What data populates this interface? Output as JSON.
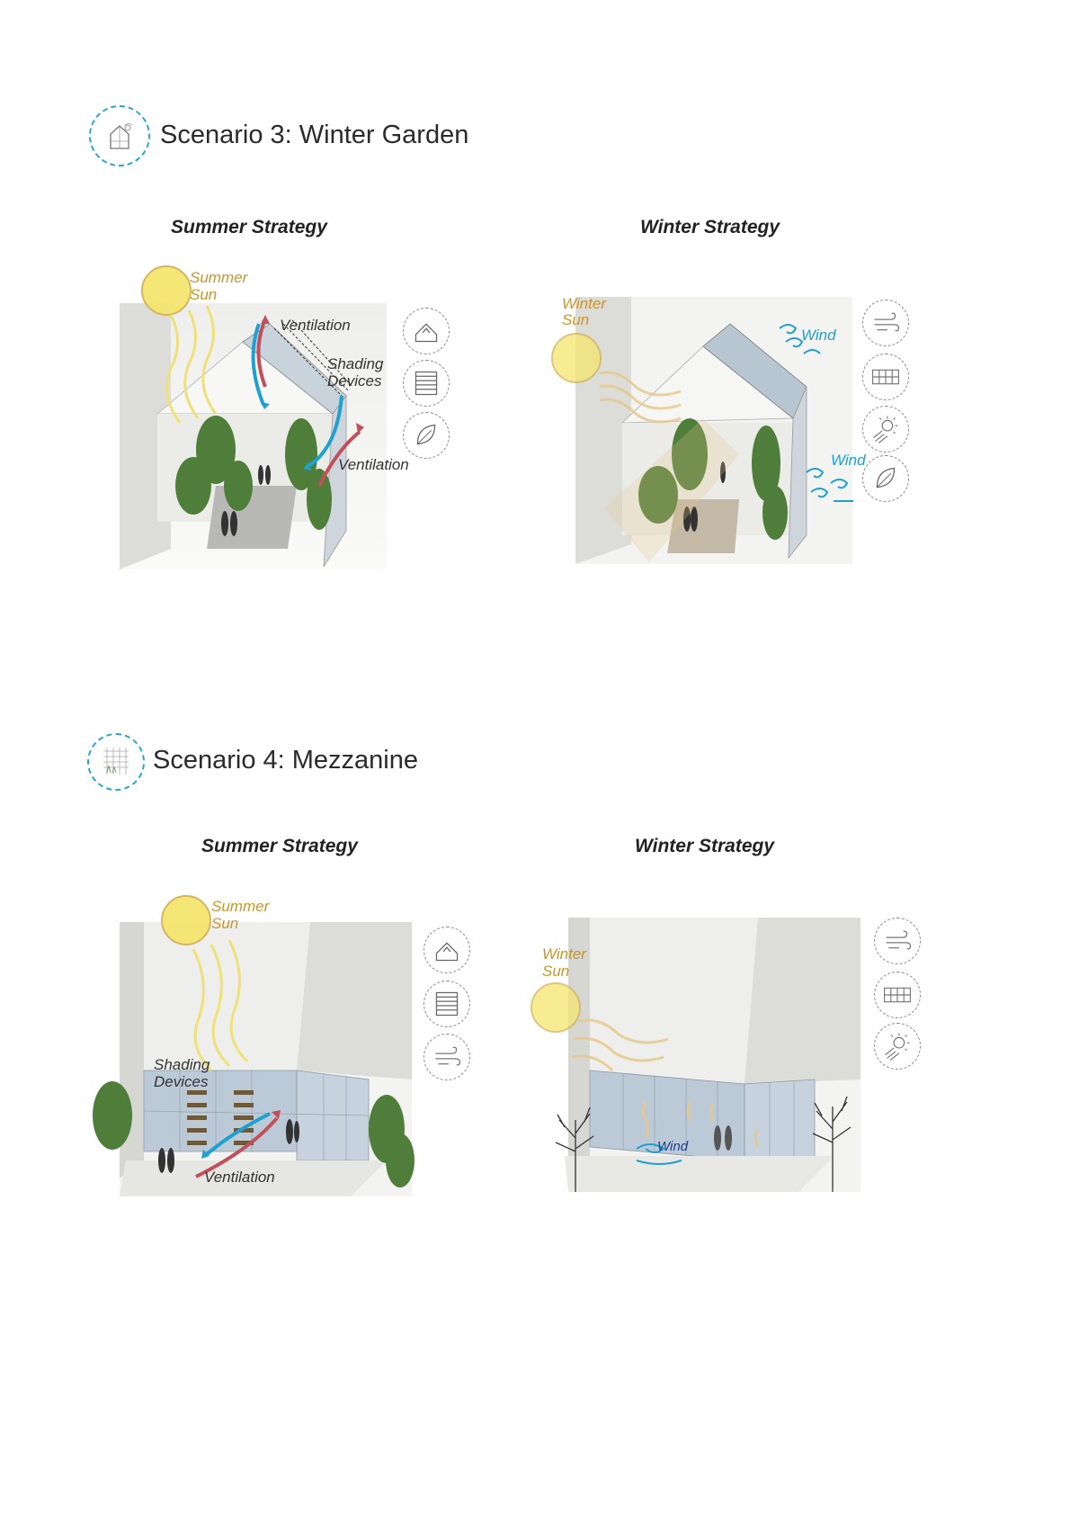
{
  "scenario3": {
    "title": "Scenario 3: Winter Garden",
    "icon": "greenhouse-icon",
    "summer": {
      "heading": "Summer Strategy",
      "sun_label_1": "Summer",
      "sun_label_2": "Sun",
      "ventilation_top": "Ventilation",
      "shading_1": "Shading",
      "shading_2": "Devices",
      "ventilation_side": "Ventilation",
      "icons": [
        "roof-vent-icon",
        "louver-icon",
        "leaf-icon"
      ]
    },
    "winter": {
      "heading": "Winter Strategy",
      "sun_label_1": "Winter",
      "sun_label_2": "Sun",
      "wind_top": "Wind",
      "wind_side": "Wind",
      "icons": [
        "wind-icon",
        "glazing-icon",
        "sun-icon",
        "leaf-icon"
      ]
    }
  },
  "scenario4": {
    "title": "Scenario 4: Mezzanine",
    "icon": "mezzanine-icon",
    "summer": {
      "heading": "Summer Strategy",
      "sun_label_1": "Summer",
      "sun_label_2": "Sun",
      "shading_1": "Shading",
      "shading_2": "Devices",
      "ventilation": "Ventilation",
      "icons": [
        "roof-vent-icon",
        "louver-icon",
        "wind-icon"
      ]
    },
    "winter": {
      "heading": "Winter Strategy",
      "sun_label_1": "Winter",
      "sun_label_2": "Sun",
      "wind": "Wind",
      "icons": [
        "wind-icon",
        "glazing-icon",
        "sun-icon"
      ]
    }
  },
  "colors": {
    "accent": "#2aa7c9",
    "sun": "#f5e66e",
    "sun_label": "#c9952b",
    "wind": "#1fa0cf",
    "warm_air": "#c0505a",
    "vegetation": "#4f7d3a"
  }
}
